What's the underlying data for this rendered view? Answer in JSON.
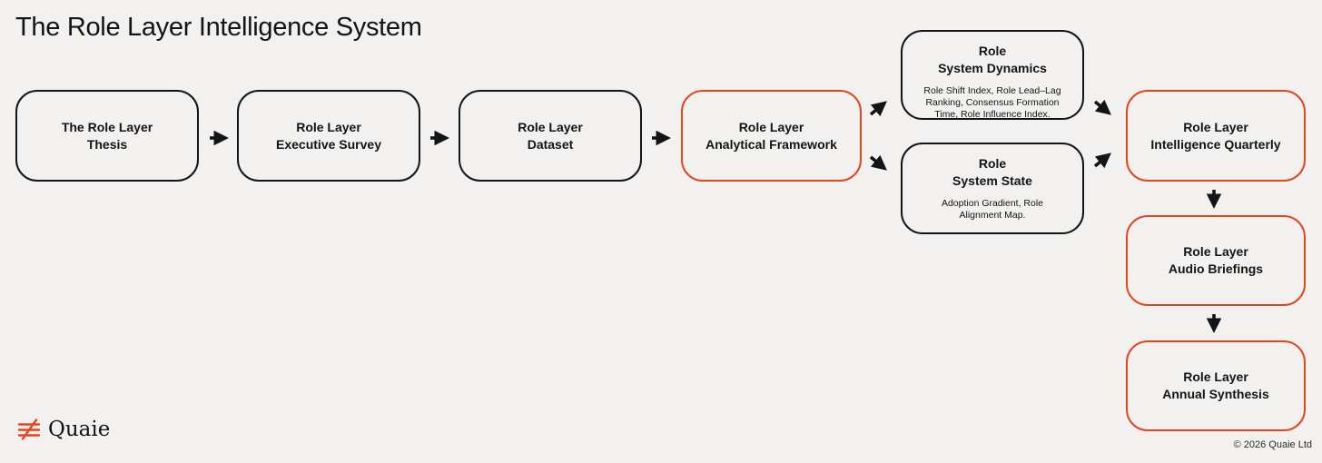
{
  "title": "The Role Layer Intelligence System",
  "colors": {
    "background": "#F2F1EF",
    "node_border": "#141414",
    "accent_orange": "#E2461E",
    "text": "#111111"
  },
  "nodes": [
    {
      "line1": "The Role Layer",
      "line2": "Thesis"
    },
    {
      "line1": "Role Layer",
      "line2": "Executive Survey"
    },
    {
      "line1": "Role Layer",
      "line2": "Dataset"
    },
    {
      "line1": "Role Layer",
      "line2": "Analytical Framework"
    },
    {
      "line1": "Role",
      "line2": "System Dynamics",
      "caption": "Role Shift Index, Role Lead–Lag Ranking, Consensus Formation Time, Role Influence Index."
    },
    {
      "line1": "Role",
      "line2": "System State",
      "caption": "Adoption Gradient, Role Alignment Map."
    },
    {
      "line1": "Role Layer",
      "line2": "Intelligence Quarterly"
    },
    {
      "line1": "Role Layer",
      "line2": "Audio Briefings"
    },
    {
      "line1": "Role Layer",
      "line2": "Annual Synthesis"
    }
  ],
  "logo": {
    "symbol": "not-identical-icon",
    "wordmark": "Quaie"
  },
  "footer": {
    "copyright": "© 2026 Quaie Ltd"
  }
}
